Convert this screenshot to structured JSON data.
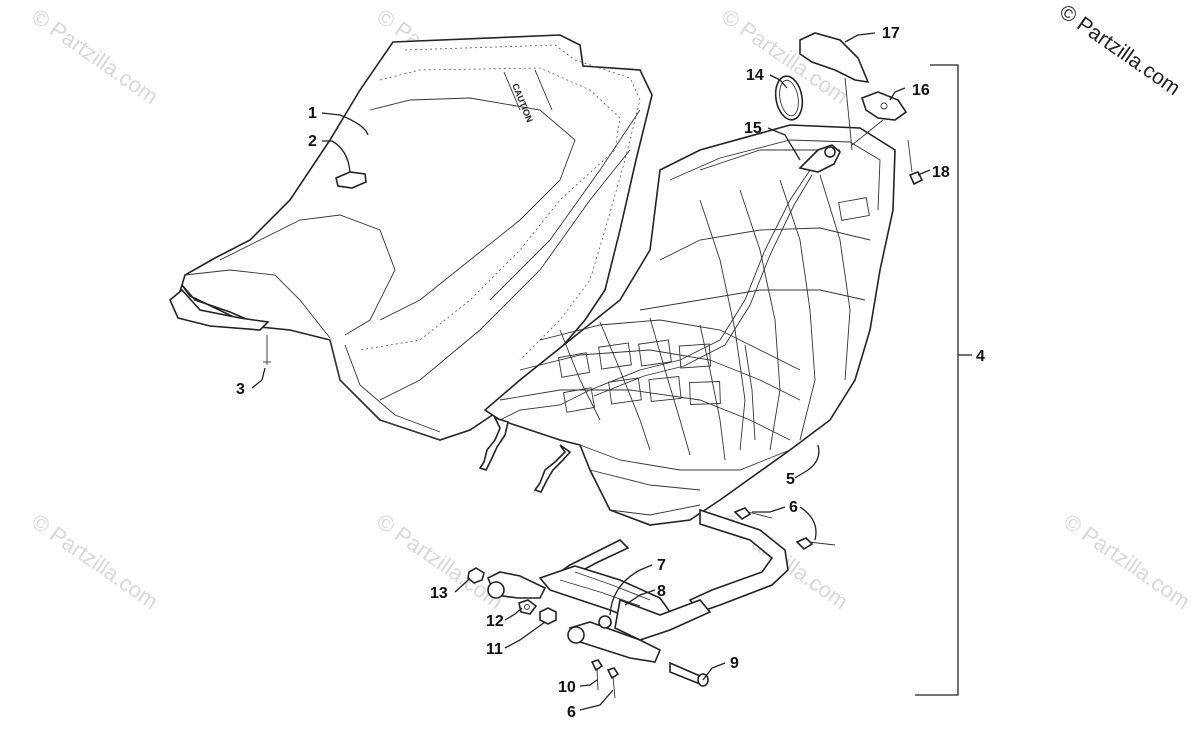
{
  "copyright": "© Partzilla.com",
  "watermark_text": "© Partzilla.com",
  "seat_label": "CAUTION",
  "callouts": {
    "c1": "1",
    "c2": "2",
    "c3": "3",
    "c4": "4",
    "c5": "5",
    "c6a": "6",
    "c6b": "6",
    "c7": "7",
    "c8": "8",
    "c9": "9",
    "c10": "10",
    "c11": "11",
    "c12": "12",
    "c13": "13",
    "c14": "14",
    "c15": "15",
    "c16": "16",
    "c17": "17",
    "c18": "18"
  }
}
